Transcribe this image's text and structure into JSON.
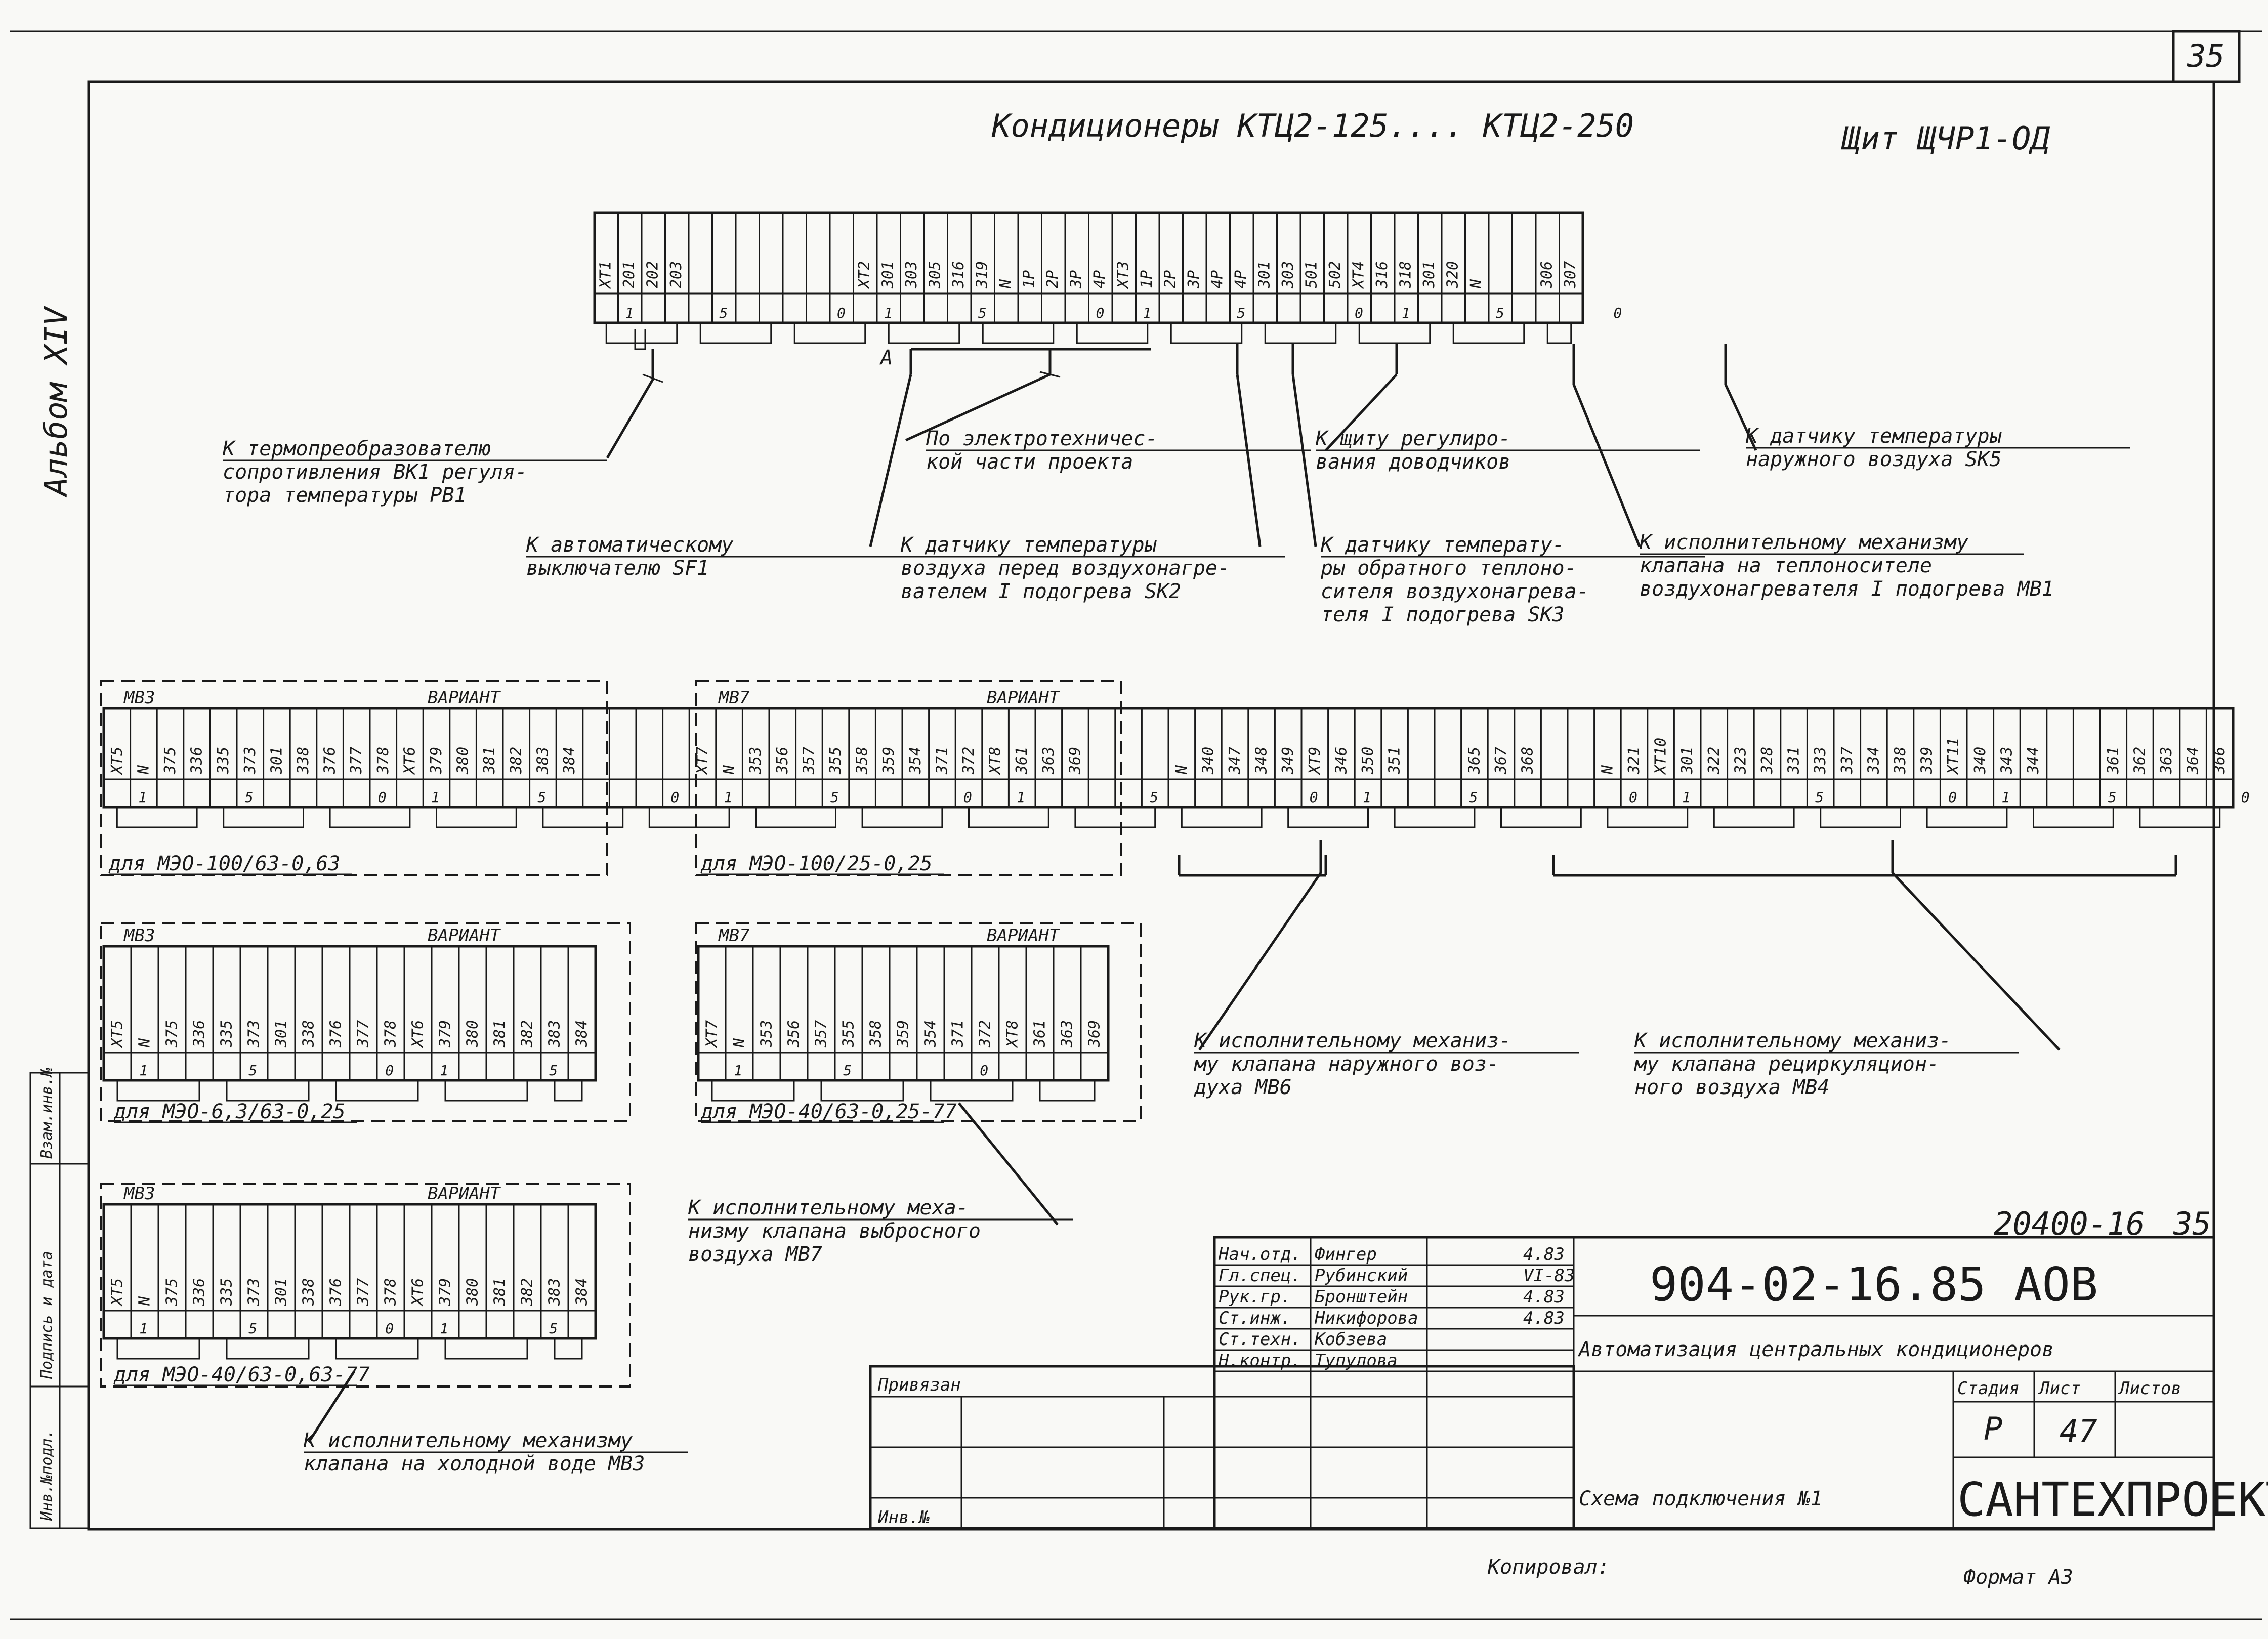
{
  "page": {
    "number": "35",
    "album": "Альбом XIV"
  },
  "header": {
    "title": "Кондиционеры КТЦ2-125.... КТЦ2-250",
    "panel": "Щит ЩЧР1-ОД"
  },
  "main_strip": {
    "cells": [
      "ХТ1",
      "201",
      "202",
      "203",
      "",
      "",
      "",
      "",
      "",
      "",
      "",
      "ХТ2",
      "301",
      "303",
      "305",
      "316",
      "319",
      "N",
      "1Р",
      "2Р",
      "3Р",
      "4Р",
      "ХТ3",
      "1Р",
      "2Р",
      "3Р",
      "4Р",
      "4Р",
      "301",
      "303",
      "501",
      "502",
      "ХТ4",
      "316",
      "318",
      "301",
      "320",
      "N",
      "",
      "",
      "306",
      "307"
    ],
    "numbers": [
      {
        "i": 1,
        "v": "1"
      },
      {
        "i": 5,
        "v": "5"
      },
      {
        "i": 10,
        "v": "0"
      },
      {
        "i": 12,
        "v": "1"
      },
      {
        "i": 16,
        "v": "5"
      },
      {
        "i": 21,
        "v": "0"
      },
      {
        "i": 23,
        "v": "1"
      },
      {
        "i": 27,
        "v": "5"
      },
      {
        "i": 32,
        "v": "0"
      },
      {
        "i": 34,
        "v": "1"
      },
      {
        "i": 38,
        "v": "5"
      },
      {
        "i": 43,
        "v": "0"
      }
    ]
  },
  "top_labels": [
    {
      "id": "thermo",
      "lines": [
        "К термопреобразователю",
        "сопротивления ВК1 регуля-",
        "тора температуры РВ1"
      ]
    },
    {
      "id": "elec",
      "lines": [
        "По электротехничес-",
        "кой части проекта"
      ]
    },
    {
      "id": "regul",
      "lines": [
        "К щиту регулиро-",
        "вания доводчиков"
      ]
    },
    {
      "id": "outdoor",
      "lines": [
        "К датчику температуры",
        "наружного воздуха SK5"
      ]
    },
    {
      "id": "breaker",
      "lines": [
        "К автоматическому",
        "выключателю SF1"
      ]
    },
    {
      "id": "sk2",
      "lines": [
        "К датчику температуры",
        "воздуха перед воздухонагре-",
        "вателем I подогрева SK2"
      ]
    },
    {
      "id": "sk3",
      "lines": [
        "К датчику температу-",
        "ры обратного теплоно-",
        "сителя воздухонагрева-",
        "теля I подогрева SK3"
      ]
    },
    {
      "id": "mb1",
      "lines": [
        "К исполнительному механизму",
        "клапана на теплоносителе",
        "воздухонагревателя I подогрева МВ1"
      ]
    }
  ],
  "branch_marker": "А",
  "lower_strip": {
    "cells": [
      "ХТ5",
      "N",
      "375",
      "336",
      "335",
      "373",
      "301",
      "338",
      "376",
      "377",
      "378",
      "ХТ6",
      "379",
      "380",
      "381",
      "382",
      "383",
      "384",
      "",
      "",
      "",
      "",
      "ХТ7",
      "N",
      "353",
      "356",
      "357",
      "355",
      "358",
      "359",
      "354",
      "371",
      "372",
      "ХТ8",
      "361",
      "363",
      "369",
      "",
      "",
      "",
      "N",
      "340",
      "347",
      "348",
      "349",
      "ХТ9",
      "346",
      "350",
      "351",
      "",
      "",
      "365",
      "367",
      "368",
      "",
      "",
      "N",
      "321",
      "ХТ10",
      "301",
      "322",
      "323",
      "328",
      "331",
      "333",
      "337",
      "334",
      "338",
      "339",
      "ХТ11",
      "340",
      "343",
      "344",
      "",
      "",
      "361",
      "362",
      "363",
      "364",
      "366"
    ],
    "numbers": [
      {
        "i": 1,
        "v": "1"
      },
      {
        "i": 5,
        "v": "5"
      },
      {
        "i": 10,
        "v": "0"
      },
      {
        "i": 12,
        "v": "1"
      },
      {
        "i": 16,
        "v": "5"
      },
      {
        "i": 21,
        "v": "0"
      },
      {
        "i": 23,
        "v": "1"
      },
      {
        "i": 27,
        "v": "5"
      },
      {
        "i": 32,
        "v": "0"
      },
      {
        "i": 34,
        "v": "1"
      },
      {
        "i": 39,
        "v": "5"
      },
      {
        "i": 45,
        "v": "0"
      },
      {
        "i": 47,
        "v": "1"
      },
      {
        "i": 51,
        "v": "5"
      },
      {
        "i": 57,
        "v": "0"
      },
      {
        "i": 59,
        "v": "1"
      },
      {
        "i": 64,
        "v": "5"
      },
      {
        "i": 69,
        "v": "0"
      },
      {
        "i": 71,
        "v": "1"
      },
      {
        "i": 75,
        "v": "5"
      },
      {
        "i": 80,
        "v": "0"
      }
    ]
  },
  "variant_word": "ВАРИАНТ",
  "variants": [
    {
      "id": "mb3a",
      "tag": "МВ3",
      "cells": [
        "ХТ5",
        "N",
        "375",
        "336",
        "335",
        "373",
        "301",
        "338",
        "376",
        "377",
        "378",
        "ХТ6",
        "379",
        "380",
        "381",
        "382",
        "383",
        "384"
      ],
      "numbers": [
        {
          "i": 1,
          "v": "1"
        },
        {
          "i": 5,
          "v": "5"
        },
        {
          "i": 10,
          "v": "0"
        },
        {
          "i": 12,
          "v": "1"
        },
        {
          "i": 16,
          "v": "5"
        }
      ],
      "caption": "для МЭО-100/63-0,63"
    },
    {
      "id": "mb7a",
      "tag": "МВ7",
      "cells": [
        "ХТ7",
        "N",
        "353",
        "356",
        "357",
        "355",
        "358",
        "359",
        "354",
        "371",
        "372",
        "ХТ8",
        "361",
        "363",
        "369"
      ],
      "numbers": [
        {
          "i": 1,
          "v": "1"
        },
        {
          "i": 5,
          "v": "5"
        },
        {
          "i": 10,
          "v": "0"
        },
        {
          "i": 12,
          "v": "1"
        }
      ],
      "caption": "для МЭО-100/25-0,25"
    },
    {
      "id": "mb3b",
      "tag": "МВ3",
      "cells": [
        "ХТ5",
        "N",
        "375",
        "336",
        "335",
        "373",
        "301",
        "338",
        "376",
        "377",
        "378",
        "ХТ6",
        "379",
        "380",
        "381",
        "382",
        "383",
        "384"
      ],
      "numbers": [
        {
          "i": 1,
          "v": "1"
        },
        {
          "i": 5,
          "v": "5"
        },
        {
          "i": 10,
          "v": "0"
        },
        {
          "i": 12,
          "v": "1"
        },
        {
          "i": 16,
          "v": "5"
        }
      ],
      "caption": "для МЭО-6,3/63-0,25"
    },
    {
      "id": "mb7b",
      "tag": "МВ7",
      "cells": [
        "ХТ7",
        "N",
        "353",
        "356",
        "357",
        "355",
        "358",
        "359",
        "354",
        "371",
        "372",
        "ХТ8",
        "361",
        "363",
        "369"
      ],
      "numbers": [
        {
          "i": 1,
          "v": "1"
        },
        {
          "i": 5,
          "v": "5"
        },
        {
          "i": 10,
          "v": "0"
        }
      ],
      "caption": "для МЭО-40/63-0,25-77"
    },
    {
      "id": "mb3c",
      "tag": "МВ3",
      "cells": [
        "ХТ5",
        "N",
        "375",
        "336",
        "335",
        "373",
        "301",
        "338",
        "376",
        "377",
        "378",
        "ХТ6",
        "379",
        "380",
        "381",
        "382",
        "383",
        "384"
      ],
      "numbers": [
        {
          "i": 1,
          "v": "1"
        },
        {
          "i": 5,
          "v": "5"
        },
        {
          "i": 10,
          "v": "0"
        },
        {
          "i": 12,
          "v": "1"
        },
        {
          "i": 16,
          "v": "5"
        }
      ],
      "caption": "для МЭО-40/63-0,63-77"
    }
  ],
  "bottom_labels": [
    {
      "id": "mb6",
      "lines": [
        "К исполнительному механиз-",
        "му клапана наружного воз-",
        "духа МВ6"
      ]
    },
    {
      "id": "mb4",
      "lines": [
        "К исполнительному механиз-",
        "му клапана рециркуляцион-",
        "ного воздуха МВ4"
      ]
    },
    {
      "id": "mb7",
      "lines": [
        "К исполнительному меха-",
        "низму клапана выбросного",
        "воздуха МВ7"
      ]
    },
    {
      "id": "mb3",
      "lines": [
        "К исполнительному механизму",
        "клапана на холодной воде МВ3"
      ]
    }
  ],
  "side_stamp": [
    "Инв.№подл.",
    "Подпись и дата",
    "Взам.инв.№"
  ],
  "title_block": {
    "drawing_ref": "20400-16",
    "sheet_ref": "35",
    "code": "904-02-16.85 АОВ",
    "project": "Автоматизация центральных кондиционеров",
    "sheet_name": "Схема подключения №1",
    "org": "САНТЕХПРОЕКТ",
    "stage_h": "Стадия",
    "sheet_h": "Лист",
    "sheets_h": "Листов",
    "stage": "Р",
    "sheet": "47",
    "attached": "Привязан",
    "inv": "Инв.№",
    "staff": [
      {
        "role": "Нач.отд.",
        "name": "Фингер",
        "date": "4.83"
      },
      {
        "role": "Гл.спец.",
        "name": "Рубинский",
        "date": "VI-83"
      },
      {
        "role": "Рук.гр.",
        "name": "Бронштейн",
        "date": "4.83"
      },
      {
        "role": "Ст.инж.",
        "name": "Никифорова",
        "date": "4.83"
      },
      {
        "role": "Ст.техн.",
        "name": "Кобзева",
        "date": ""
      },
      {
        "role": "Н.контр.",
        "name": "Тупулова",
        "date": ""
      }
    ]
  },
  "footer": {
    "copied": "Копировал:",
    "format": "Формат А3"
  }
}
